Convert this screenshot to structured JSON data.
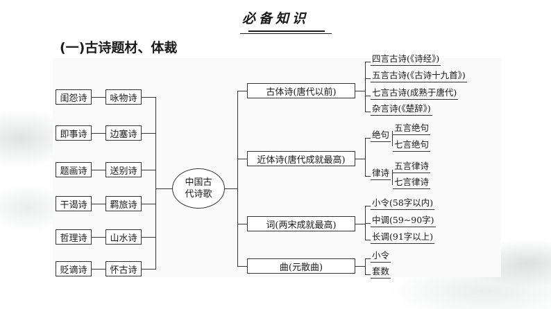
{
  "header": {
    "title": "必备知识"
  },
  "section_title": "(一)古诗题材、体裁",
  "center": "中国古代诗歌",
  "themes": [
    {
      "left": "闺怨诗",
      "right": "咏物诗"
    },
    {
      "left": "即事诗",
      "right": "边塞诗"
    },
    {
      "left": "题画诗",
      "right": "送别诗"
    },
    {
      "left": "干谒诗",
      "right": "羁旅诗"
    },
    {
      "left": "哲理诗",
      "right": "山水诗"
    },
    {
      "left": "贬谪诗",
      "right": "怀古诗"
    }
  ],
  "genres": [
    {
      "name": "古体诗(唐代以前)"
    },
    {
      "name": "近体诗(唐代成就最高)"
    },
    {
      "name": "词(两宋成就最高)"
    },
    {
      "name": "曲(元散曲)"
    }
  ],
  "gutishi_items": [
    "四言古诗(《诗经》)",
    "五言古诗(《古诗十九首》)",
    "七言古诗(成熟于唐代)",
    "杂言诗(《楚辞》)"
  ],
  "jintishi": {
    "jueju": {
      "label": "绝句",
      "items": [
        "五言绝句",
        "七言绝句"
      ]
    },
    "lvshi": {
      "label": "律诗",
      "items": [
        "五言律诗",
        "七言律诗"
      ]
    }
  },
  "ci_items": [
    "小令(58字以内)",
    "中调(59~90字)",
    "长调(91字以上)"
  ],
  "qu_items": [
    "小令",
    "套数"
  ]
}
